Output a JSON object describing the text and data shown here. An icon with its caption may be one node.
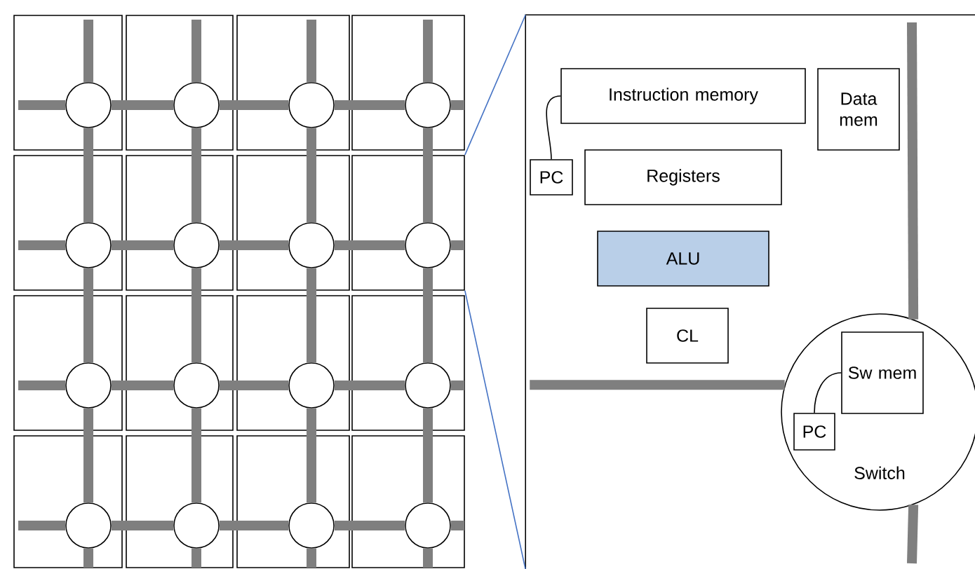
{
  "diagram": {
    "nodes": [
      {
        "text": [],
        "shape": "box"
      },
      {
        "text": [],
        "shape": "circle",
        "in": 0
      },
      {
        "text": [],
        "shape": "box"
      },
      {
        "text": [],
        "shape": "circle",
        "in": 2
      },
      {
        "text": [],
        "shape": "box"
      },
      {
        "text": [],
        "shape": "circle",
        "in": 4
      },
      {
        "text": [],
        "shape": "box"
      },
      {
        "text": [],
        "shape": "circle",
        "in": 6
      },
      {
        "text": [],
        "shape": "box"
      },
      {
        "text": [],
        "shape": "circle",
        "in": 8
      },
      {
        "text": [],
        "shape": "box"
      },
      {
        "text": [],
        "shape": "circle",
        "in": 10
      },
      {
        "text": [],
        "shape": "box"
      },
      {
        "text": [],
        "shape": "circle",
        "in": 12
      },
      {
        "text": [],
        "shape": "box"
      },
      {
        "text": [],
        "shape": "circle",
        "in": 14
      },
      {
        "text": [],
        "shape": "box"
      },
      {
        "text": [],
        "shape": "circle",
        "in": 16
      },
      {
        "text": [],
        "shape": "box"
      },
      {
        "text": [],
        "shape": "circle",
        "in": 18
      },
      {
        "text": [],
        "shape": "box"
      },
      {
        "text": [],
        "shape": "circle",
        "in": 20
      },
      {
        "text": [],
        "shape": "box"
      },
      {
        "text": [],
        "shape": "circle",
        "in": 22
      },
      {
        "text": [],
        "shape": "box"
      },
      {
        "text": [],
        "shape": "circle",
        "in": 24
      },
      {
        "text": [],
        "shape": "box"
      },
      {
        "text": [],
        "shape": "circle",
        "in": 26
      },
      {
        "text": [],
        "shape": "box"
      },
      {
        "text": [],
        "shape": "circle",
        "in": 28
      },
      {
        "text": [],
        "shape": "box"
      },
      {
        "text": [],
        "shape": "circle",
        "in": 30
      },
      {
        "text": [],
        "shape": "box"
      },
      {
        "text": [
          "Instruction memory"
        ],
        "in": 32
      },
      {
        "text": [
          "Data mem"
        ],
        "in": 32
      },
      {
        "text": [
          "PC"
        ],
        "in": 32
      },
      {
        "text": [
          "Registers"
        ],
        "in": 32
      },
      {
        "text": [
          "ALU"
        ],
        "in": 32
      },
      {
        "text": [
          "CL"
        ],
        "in": 32
      },
      {
        "text": [
          "Switch"
        ],
        "in": 32
      },
      {
        "text": [
          "Sw mem"
        ],
        "in": 39
      },
      {
        "text": [
          "PC"
        ],
        "in": 39
      }
    ],
    "edges": [
      {
        "from": 14,
        "to": 32,
        "arrow": "none",
        "color": "#4472c4"
      },
      {
        "from": 14,
        "to": 32,
        "arrow": "none",
        "color": "#4472c4"
      },
      {
        "from": 35,
        "to": 33,
        "arrow": "none",
        "color": "#000000"
      },
      {
        "from": 41,
        "to": 40,
        "arrow": "none",
        "color": "#000000"
      },
      {
        "from": 1,
        "to": 9,
        "arrow": "none",
        "color": "#7f7f7f"
      },
      {
        "from": 3,
        "to": 11,
        "arrow": "none",
        "color": "#7f7f7f"
      },
      {
        "from": 5,
        "to": 13,
        "arrow": "none",
        "color": "#7f7f7f"
      },
      {
        "from": 7,
        "to": 15,
        "arrow": "none",
        "color": "#7f7f7f"
      },
      {
        "from": 9,
        "to": 17,
        "arrow": "none",
        "color": "#7f7f7f"
      },
      {
        "from": 11,
        "to": 19,
        "arrow": "none",
        "color": "#7f7f7f"
      },
      {
        "from": 13,
        "to": 21,
        "arrow": "none",
        "color": "#7f7f7f"
      },
      {
        "from": 15,
        "to": 23,
        "arrow": "none",
        "color": "#7f7f7f"
      },
      {
        "from": 17,
        "to": 25,
        "arrow": "none",
        "color": "#7f7f7f"
      },
      {
        "from": 19,
        "to": 27,
        "arrow": "none",
        "color": "#7f7f7f"
      },
      {
        "from": 21,
        "to": 29,
        "arrow": "none",
        "color": "#7f7f7f"
      },
      {
        "from": 23,
        "to": 31,
        "arrow": "none",
        "color": "#7f7f7f"
      },
      {
        "from": 1,
        "to": 3,
        "arrow": "none",
        "color": "#7f7f7f"
      },
      {
        "from": 3,
        "to": 5,
        "arrow": "none",
        "color": "#7f7f7f"
      },
      {
        "from": 5,
        "to": 7,
        "arrow": "none",
        "color": "#7f7f7f"
      },
      {
        "from": 9,
        "to": 11,
        "arrow": "none",
        "color": "#7f7f7f"
      },
      {
        "from": 11,
        "to": 13,
        "arrow": "none",
        "color": "#7f7f7f"
      },
      {
        "from": 13,
        "to": 15,
        "arrow": "none",
        "color": "#7f7f7f"
      },
      {
        "from": 17,
        "to": 19,
        "arrow": "none",
        "color": "#7f7f7f"
      },
      {
        "from": 19,
        "to": 21,
        "arrow": "none",
        "color": "#7f7f7f"
      },
      {
        "from": 21,
        "to": 23,
        "arrow": "none",
        "color": "#7f7f7f"
      },
      {
        "from": 25,
        "to": 27,
        "arrow": "none",
        "color": "#7f7f7f"
      },
      {
        "from": 27,
        "to": 29,
        "arrow": "none",
        "color": "#7f7f7f"
      },
      {
        "from": 29,
        "to": 31,
        "arrow": "none",
        "color": "#7f7f7f"
      },
      {
        "from": null,
        "to": 1,
        "arrow": "none",
        "color": "#7f7f7f"
      },
      {
        "from": null,
        "to": 3,
        "arrow": "none",
        "color": "#7f7f7f"
      },
      {
        "from": null,
        "to": 5,
        "arrow": "none",
        "color": "#7f7f7f"
      },
      {
        "from": null,
        "to": 7,
        "arrow": "none",
        "color": "#7f7f7f"
      },
      {
        "from": 25,
        "to": null,
        "arrow": "none",
        "color": "#7f7f7f"
      },
      {
        "from": 27,
        "to": null,
        "arrow": "none",
        "color": "#7f7f7f"
      },
      {
        "from": 29,
        "to": null,
        "arrow": "none",
        "color": "#7f7f7f"
      },
      {
        "from": 31,
        "to": null,
        "arrow": "none",
        "color": "#7f7f7f"
      },
      {
        "from": null,
        "to": 1,
        "arrow": "none",
        "color": "#7f7f7f"
      },
      {
        "from": null,
        "to": 9,
        "arrow": "none",
        "color": "#7f7f7f"
      },
      {
        "from": null,
        "to": 17,
        "arrow": "none",
        "color": "#7f7f7f"
      },
      {
        "from": null,
        "to": 25,
        "arrow": "none",
        "color": "#7f7f7f"
      },
      {
        "from": 7,
        "to": null,
        "arrow": "none",
        "color": "#7f7f7f"
      },
      {
        "from": 15,
        "to": null,
        "arrow": "none",
        "color": "#7f7f7f"
      },
      {
        "from": 23,
        "to": null,
        "arrow": "none",
        "color": "#7f7f7f"
      },
      {
        "from": 31,
        "to": null,
        "arrow": "none",
        "color": "#7f7f7f"
      },
      {
        "from": 32,
        "to": 39,
        "arrow": "none",
        "color": "#7f7f7f"
      },
      {
        "from": null,
        "to": 39,
        "arrow": "none",
        "color": "#7f7f7f"
      },
      {
        "from": 39,
        "to": null,
        "arrow": "none",
        "color": "#7f7f7f"
      }
    ]
  }
}
